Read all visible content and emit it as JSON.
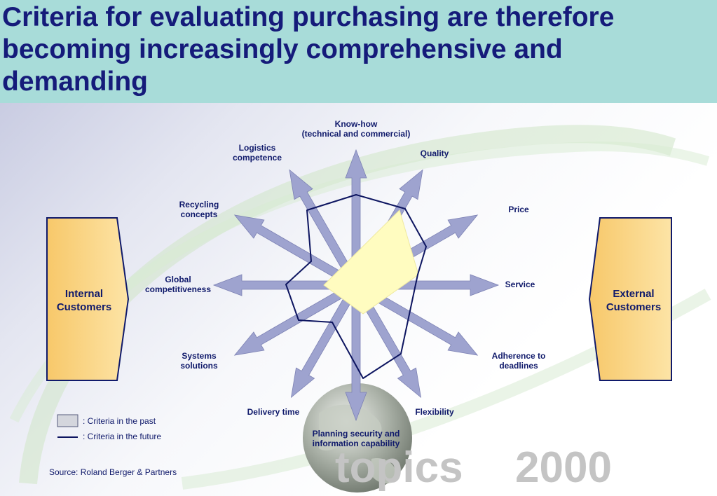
{
  "title": "Criteria for evaluating purchasing are therefore becoming increasingly comprehensive and demanding",
  "criteria": [
    {
      "id": "know-how",
      "lines": [
        "Know-how",
        "(technical and commercial)"
      ]
    },
    {
      "id": "quality",
      "lines": [
        "Quality"
      ]
    },
    {
      "id": "price",
      "lines": [
        "Price"
      ]
    },
    {
      "id": "service",
      "lines": [
        "Service"
      ]
    },
    {
      "id": "adherence-to-deadlines",
      "lines": [
        "Adherence to",
        "deadlines"
      ]
    },
    {
      "id": "flexibility",
      "lines": [
        "Flexibility"
      ]
    },
    {
      "id": "planning-security",
      "lines": [
        "Planning security and",
        "information capability"
      ]
    },
    {
      "id": "delivery-time",
      "lines": [
        "Delivery time"
      ]
    },
    {
      "id": "systems-solutions",
      "lines": [
        "Systems",
        "solutions"
      ]
    },
    {
      "id": "global-competitiveness",
      "lines": [
        "Global",
        "competitiveness"
      ]
    },
    {
      "id": "recycling-concepts",
      "lines": [
        "Recycling",
        "concepts"
      ]
    },
    {
      "id": "logistics-competence",
      "lines": [
        "Logistics",
        "competence"
      ]
    }
  ],
  "internal_customers": [
    "Internal",
    "Customers"
  ],
  "external_customers": [
    "External",
    "Customers"
  ],
  "legend": {
    "past": ": Criteria in the past",
    "future": ": Criteria in the future"
  },
  "source": "Source: Roland Berger & Partners",
  "watermark": {
    "brand": "topics",
    "year": "2000"
  },
  "colors": {
    "header_bg": "#a8dcd9",
    "title": "#151b7a",
    "arrow": "#9ea3cf",
    "past_area": "#fffcc0",
    "future_line": "#0d1560",
    "customer_box": "#f8cf78"
  }
}
